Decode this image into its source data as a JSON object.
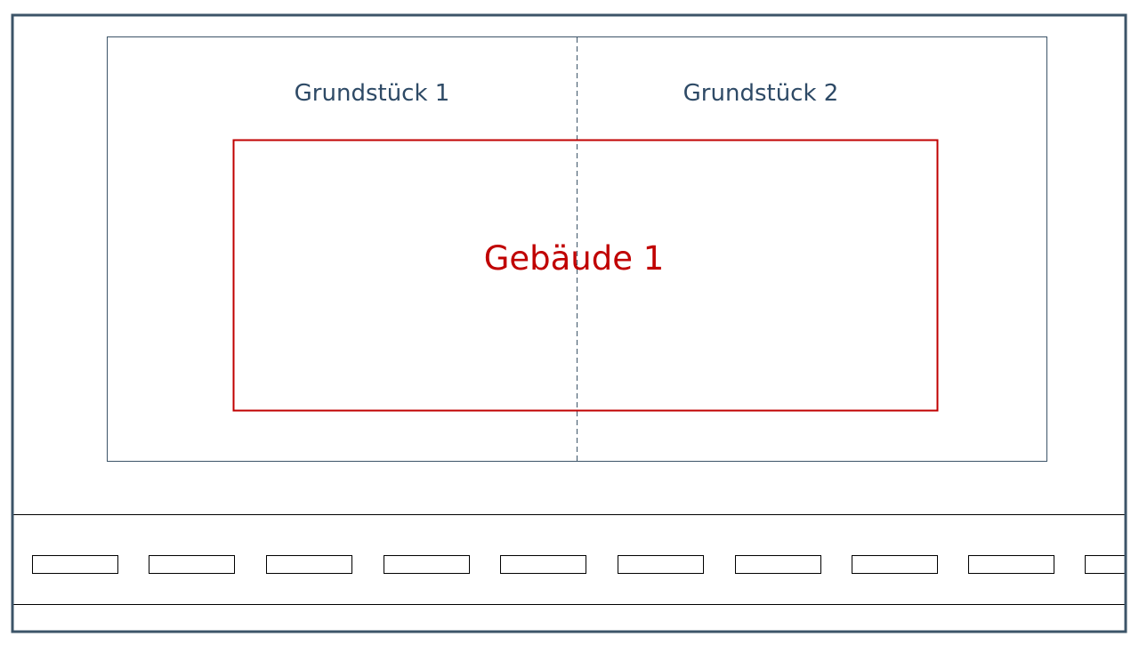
{
  "plot_1": {
    "label": "Grundstück 1"
  },
  "plot_2": {
    "label": "Grundstück 2"
  },
  "building": {
    "label": "Gebäude 1"
  },
  "colors": {
    "frame": "#3c5468",
    "plot_border": "#3c5468",
    "plot_label": "#2e4a66",
    "building": "#c00000",
    "road": "#000000",
    "background": "#ffffff"
  }
}
